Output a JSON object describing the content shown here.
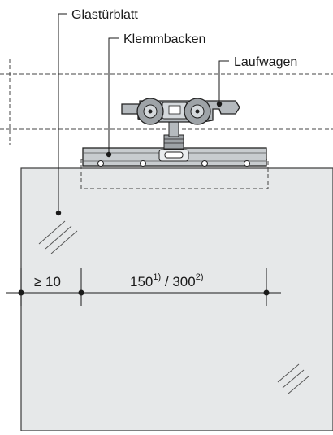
{
  "labels": {
    "glass_panel": "Glastürblatt",
    "clamp_jaws": "Klemmbacken",
    "carriage": "Laufwagen"
  },
  "dimensions": {
    "edge_min": "≥ 10",
    "spacing_a": "150",
    "spacing_a_note": "1)",
    "separator": " / ",
    "spacing_b": "300",
    "spacing_b_note": "2)"
  },
  "colors": {
    "glass": "#e6e8e9",
    "line": "#1a1a1a",
    "rail": "#c8cccf",
    "carriage": "#b5babe"
  }
}
